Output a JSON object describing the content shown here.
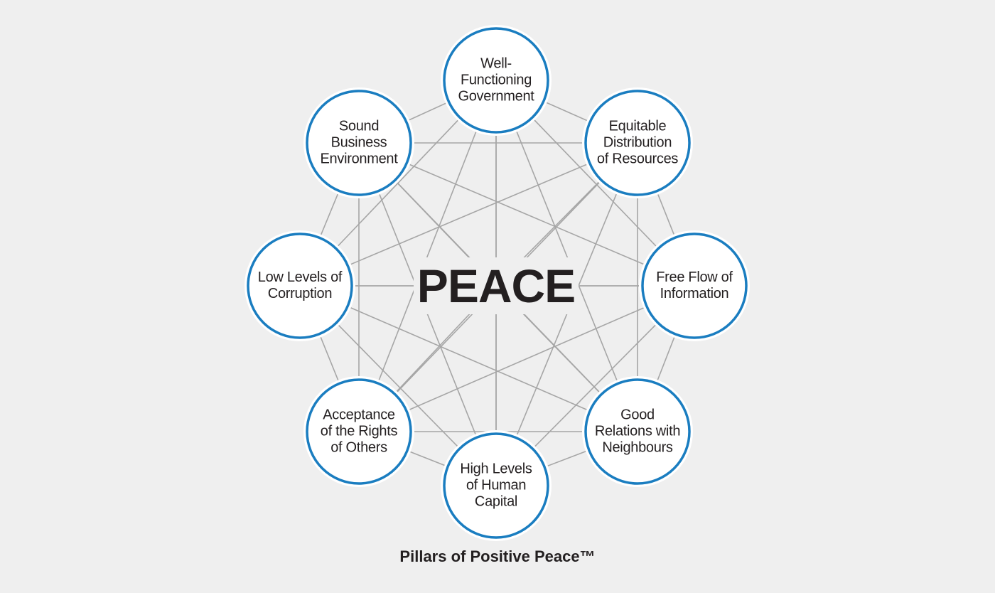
{
  "center_label": "PEACE",
  "caption": "Pillars of Positive Peace™",
  "colors": {
    "ring": "#1a7dc0",
    "lines": "#a6a6a6",
    "background": "#efefef"
  },
  "pillars": [
    {
      "label": "Well-Functioning Government",
      "lines": [
        "Well-",
        "Functioning",
        "Government"
      ]
    },
    {
      "label": "Equitable Distribution of Resources",
      "lines": [
        "Equitable",
        "Distribution",
        "of Resources"
      ]
    },
    {
      "label": "Free Flow of Information",
      "lines": [
        "Free Flow of",
        "Information"
      ]
    },
    {
      "label": "Good Relations with Neighbours",
      "lines": [
        "Good",
        "Relations with",
        "Neighbours"
      ]
    },
    {
      "label": "High Levels of Human Capital",
      "lines": [
        "High Levels",
        "of Human",
        "Capital"
      ]
    },
    {
      "label": "Acceptance of the Rights of Others",
      "lines": [
        "Acceptance",
        "of the Rights",
        "of Others"
      ]
    },
    {
      "label": "Low Levels of Corruption",
      "lines": [
        "Low Levels of",
        "Corruption"
      ]
    },
    {
      "label": "Sound Business Environment",
      "lines": [
        "Sound",
        "Business",
        "Environment"
      ]
    }
  ]
}
